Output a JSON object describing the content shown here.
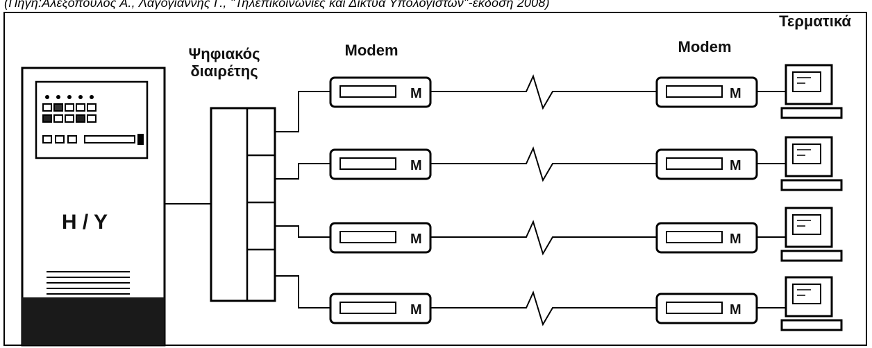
{
  "caption": "(Πηγή:Αλεξόπουλος Α., Λαγογιάννης Γ., \"Τηλεπικοινωνίες και Δίκτυα Υπολογιστών\"-έκδοση 2008)",
  "labels": {
    "computer": "H / Y",
    "splitter_line1": "Ψηφιακός",
    "splitter_line2": "διαιρέτης",
    "modem_left": "Modem",
    "modem_right": "Modem",
    "terminals": "Τερματικά",
    "modem_letter": "M"
  },
  "channels": 4,
  "colors": {
    "line": "#000000",
    "fill": "#ffffff",
    "dark": "#1a1a1a"
  },
  "icons": [
    "computer-cabinet",
    "digital-splitter",
    "modem",
    "terminal",
    "line-break-zigzag"
  ]
}
